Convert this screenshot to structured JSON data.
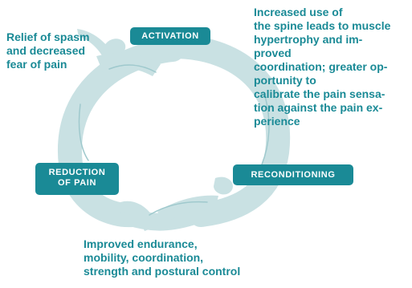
{
  "labels": {
    "activation": "ACTIVATION",
    "reduction_line1": "REDUCTION",
    "reduction_line2": "OF PAIN",
    "reconditioning": "RECONDITIONING"
  },
  "notes": {
    "relief": [
      "Relief of spasm",
      "and decreased",
      "fear of pain"
    ],
    "increased": [
      "Increased use of",
      "the spine leads to muscle",
      "hypertrophy and im-",
      "proved",
      "coordination; greater op-",
      "portunity to",
      "calibrate the pain sensa-",
      "tion against the pain ex-",
      "perience"
    ],
    "improved": [
      "Improved endurance,",
      "mobility, coordination,",
      "strength and postural control"
    ]
  },
  "colors": {
    "accent": "#1a8a96",
    "cycle": "#c9e1e3"
  }
}
